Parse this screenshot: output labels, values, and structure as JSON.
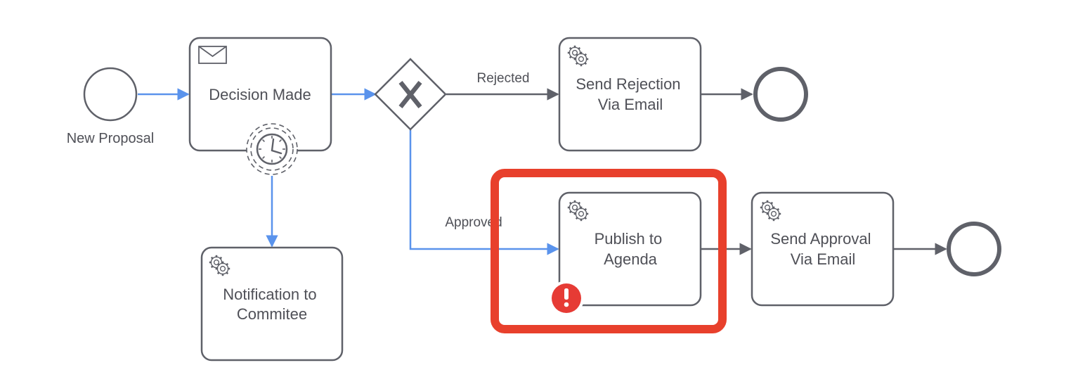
{
  "colors": {
    "stroke": "#5f6169",
    "flow_active": "#5a93ec",
    "flow_default": "#5f6169",
    "highlight": "#e8402c",
    "error_badge": "#e63b35",
    "text": "#4f5057"
  },
  "start_event": {
    "label": "New Proposal"
  },
  "tasks": {
    "decision_made": {
      "type_icon": "envelope-icon",
      "lines": [
        "Decision Made"
      ],
      "boundary_icon": "timer-icon"
    },
    "notification": {
      "type_icon": "gear-icon",
      "lines": [
        "Notification to",
        "Commitee"
      ]
    },
    "send_rejection": {
      "type_icon": "gear-icon",
      "lines": [
        "Send Rejection",
        "Via Email"
      ]
    },
    "publish_agenda": {
      "type_icon": "gear-icon",
      "lines": [
        "Publish to",
        "Agenda"
      ],
      "error_icon": "exclamation-icon"
    },
    "send_approval": {
      "type_icon": "gear-icon",
      "lines": [
        "Send Approval",
        "Via Email"
      ]
    }
  },
  "gateway": {
    "type": "exclusive",
    "icon": "x-icon"
  },
  "flows": {
    "rejected": "Rejected",
    "approved": "Approved"
  }
}
